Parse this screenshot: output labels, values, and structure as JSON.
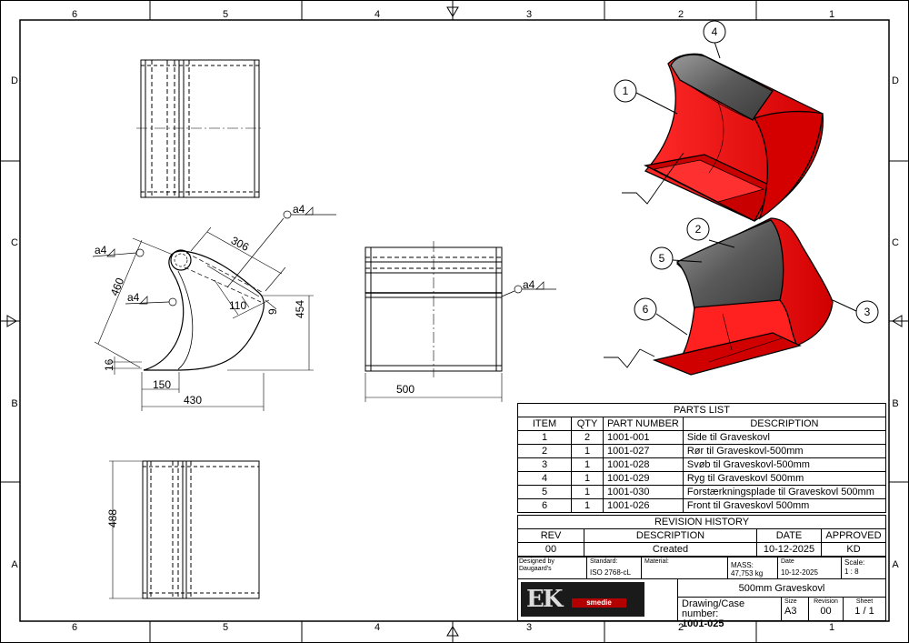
{
  "zones": {
    "columns": [
      "6",
      "5",
      "4",
      "3",
      "2",
      "1"
    ],
    "rows": [
      "D",
      "C",
      "B",
      "A"
    ]
  },
  "dims": {
    "d306": "306",
    "d460": "460",
    "d454": "454",
    "d110": "110",
    "d9": "9",
    "d16": "16",
    "d150": "150",
    "d430": "430",
    "d500": "500",
    "d488": "488"
  },
  "welds": {
    "w1": "a4",
    "w2": "a4",
    "w3": "a4",
    "w4": "a4"
  },
  "balloons": {
    "b1": "1",
    "b2": "2",
    "b3": "3",
    "b4": "4",
    "b5": "5",
    "b6": "6"
  },
  "parts_list": {
    "title": "PARTS LIST",
    "headers": {
      "item": "ITEM",
      "qty": "QTY",
      "part": "PART NUMBER",
      "desc": "DESCRIPTION"
    },
    "rows": [
      {
        "item": "1",
        "qty": "2",
        "part": "1001-001",
        "desc": "Side til Graveskovl"
      },
      {
        "item": "2",
        "qty": "1",
        "part": "1001-027",
        "desc": "Rør til Graveskovl-500mm"
      },
      {
        "item": "3",
        "qty": "1",
        "part": "1001-028",
        "desc": "Svøb til Graveskovl-500mm"
      },
      {
        "item": "4",
        "qty": "1",
        "part": "1001-029",
        "desc": "Ryg til Graveskovl 500mm"
      },
      {
        "item": "5",
        "qty": "1",
        "part": "1001-030",
        "desc": "Forstærkningsplade til Graveskovl 500mm"
      },
      {
        "item": "6",
        "qty": "1",
        "part": "1001-026",
        "desc": "Front til Graveskovl 500mm"
      }
    ]
  },
  "revision": {
    "title": "REVISION HISTORY",
    "headers": {
      "rev": "REV",
      "desc": "DESCRIPTION",
      "date": "DATE",
      "approved": "APPROVED"
    },
    "row": {
      "rev": "00",
      "desc": "Created",
      "date": "10-12-2025",
      "approved": "KD"
    }
  },
  "titleblock": {
    "designed_label": "Designed by",
    "designed_value": "Daugaard's",
    "standard_label": "Standard:",
    "standard_value": "ISO 2768-cL",
    "material_label": "Material:",
    "material_value": "",
    "mass_label": "MASS:",
    "mass_value": "47,753 kg",
    "date_label": "Date",
    "date_value": "10-12-2025",
    "scale_label": "Scale:",
    "scale_value": "1 : 8",
    "title": "500mm Graveskovl",
    "drawing_label": "Drawing/Case number:",
    "drawing_value": "1001-025",
    "size_label": "Size",
    "size_value": "A3",
    "revision_label": "Revision",
    "revision_value": "00",
    "sheet_label": "Sheet",
    "sheet_value": "1 / 1",
    "logo_text": "smedie"
  },
  "colors": {
    "part_red": "#e8001c",
    "part_dark": "#555555",
    "line": "#000000"
  }
}
